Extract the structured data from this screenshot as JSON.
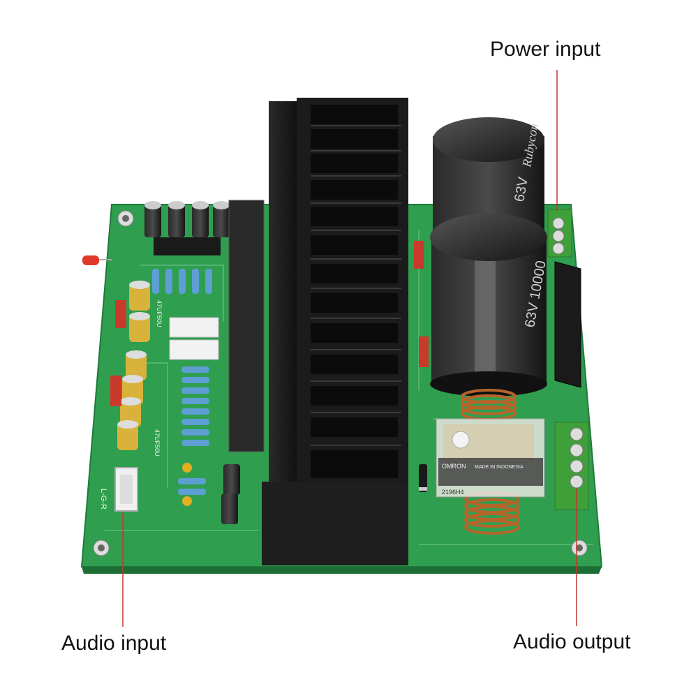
{
  "annotations": {
    "power_input": "Power input",
    "audio_input": "Audio input",
    "audio_output": "Audio output"
  },
  "board_markings": {
    "input_connector": "L-G-R",
    "capacitor_rating_a": "63V",
    "capacitor_rating_b": "63V 10000",
    "capacitor_brand": "Rubycon",
    "relay_brand": "OMRON",
    "relay_origin": "MADE IN INDONESIA",
    "relay_model": "2196H4",
    "cap_label_a": "47UF50U",
    "cap_label_b": "47UF50U"
  },
  "colors": {
    "pcb_green": "#2f9e4f",
    "heatsink_black": "#1c1c1c",
    "callout_line": "#c0392b",
    "terminal_green": "#3fa03a",
    "copper_coil": "#b5652b"
  },
  "icons": {
    "photo": "amplifier-board-photo"
  }
}
